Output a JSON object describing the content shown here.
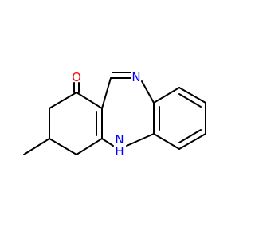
{
  "molecule": {
    "atoms": {
      "oxygen": {
        "symbol": "O",
        "color": "#FF0000"
      },
      "imine_nitrogen": {
        "symbol": "N",
        "color": "#0000FF"
      },
      "amine_nitrogen": {
        "symbol": "N",
        "color": "#0000FF"
      },
      "amine_hydrogen": {
        "symbol": "H",
        "color": "#0000FF"
      }
    },
    "bond_color": "#000000"
  }
}
